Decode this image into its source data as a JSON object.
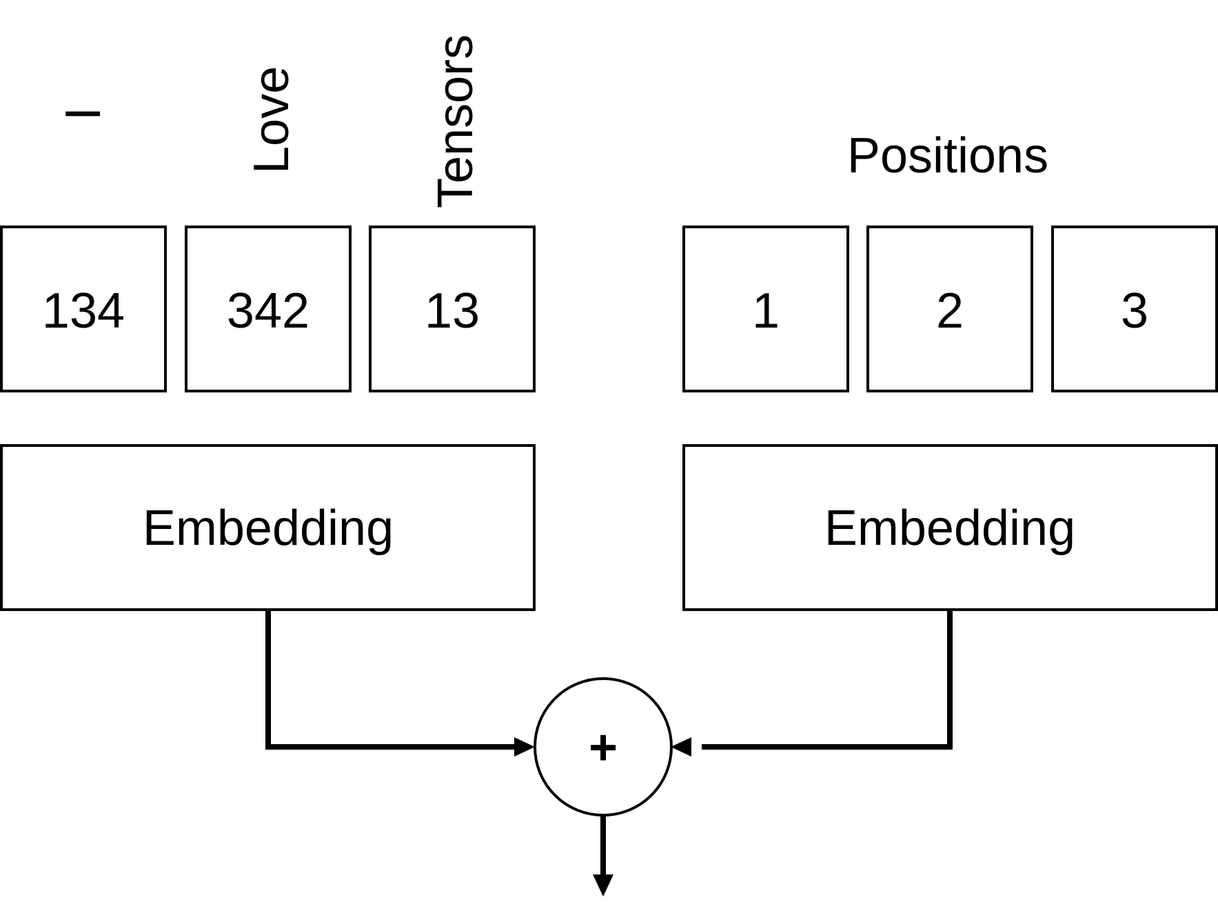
{
  "tokens": [
    {
      "word": "I",
      "id": "134"
    },
    {
      "word": "Love",
      "id": "342"
    },
    {
      "word": "Tensors",
      "id": "13"
    }
  ],
  "positions": {
    "title": "Positions",
    "values": [
      "1",
      "2",
      "3"
    ]
  },
  "token_embedding": {
    "label": "Embedding"
  },
  "position_embedding": {
    "label": "Embedding"
  },
  "combine": {
    "symbol": "+"
  }
}
